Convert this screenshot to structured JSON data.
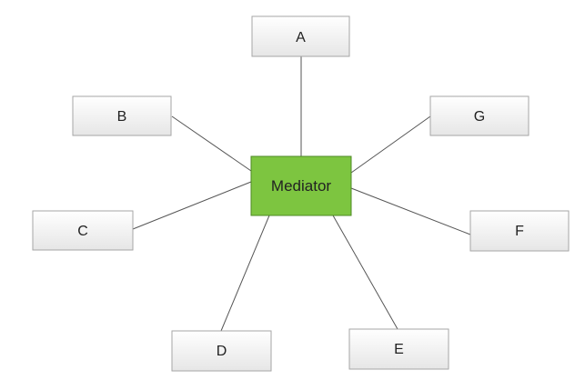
{
  "diagram": {
    "center": {
      "label": "Mediator",
      "fill": "#7dc540",
      "border": "#4e8a25"
    },
    "nodes": [
      {
        "id": "A",
        "label": "A"
      },
      {
        "id": "B",
        "label": "B"
      },
      {
        "id": "C",
        "label": "C"
      },
      {
        "id": "D",
        "label": "D"
      },
      {
        "id": "E",
        "label": "E"
      },
      {
        "id": "F",
        "label": "F"
      },
      {
        "id": "G",
        "label": "G"
      }
    ],
    "node_fill_top": "#ffffff",
    "node_fill_bottom": "#e6e6e6"
  }
}
